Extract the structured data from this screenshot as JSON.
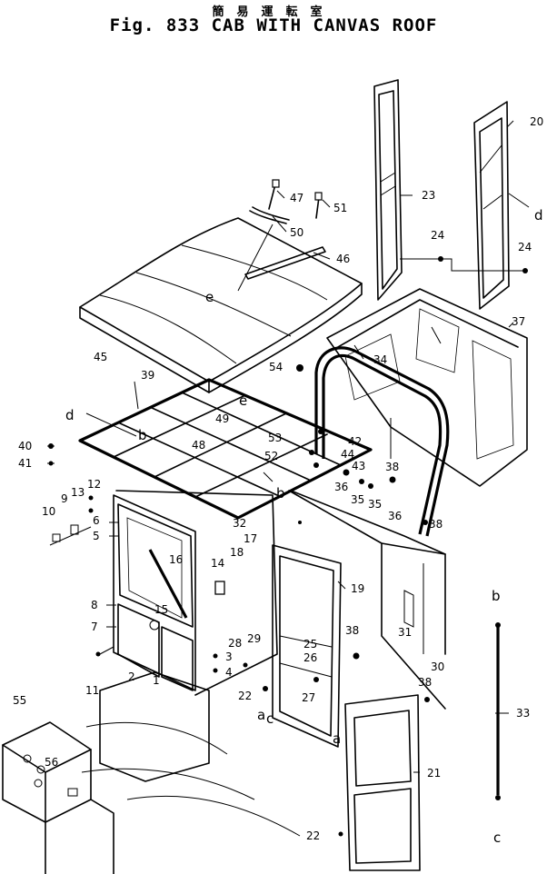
{
  "header": {
    "japanese_title": "簡易運転室",
    "title": "Fig. 833 CAB WITH CANVAS ROOF"
  },
  "part_labels": [
    "1",
    "2",
    "3",
    "4",
    "5",
    "6",
    "7",
    "8",
    "9",
    "10",
    "11",
    "12",
    "13",
    "14",
    "15",
    "16",
    "17",
    "18",
    "19",
    "20",
    "21",
    "22",
    "22",
    "23",
    "24",
    "24",
    "25",
    "26",
    "27",
    "28",
    "29",
    "30",
    "31",
    "32",
    "33",
    "34",
    "35",
    "35",
    "36",
    "36",
    "37",
    "38",
    "38",
    "38",
    "38",
    "39",
    "40",
    "41",
    "42",
    "43",
    "44",
    "45",
    "46",
    "47",
    "48",
    "49",
    "50",
    "51",
    "52",
    "53",
    "54",
    "55",
    "56"
  ],
  "reference_letters": [
    "a",
    "a",
    "b",
    "b",
    "b",
    "c",
    "c",
    "d",
    "d",
    "e",
    "e"
  ]
}
